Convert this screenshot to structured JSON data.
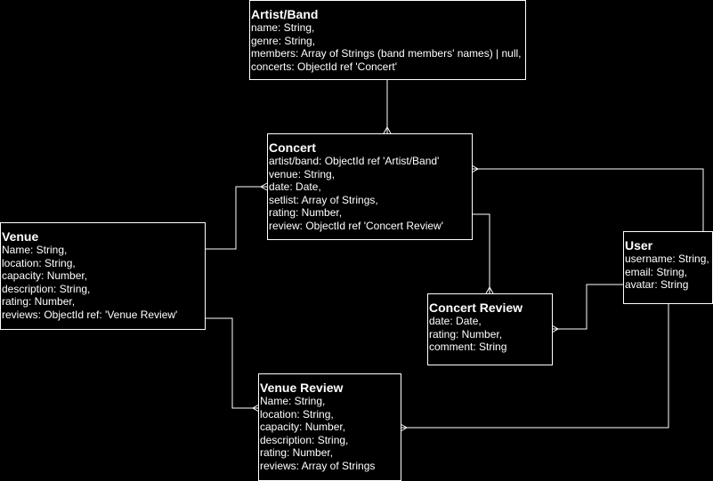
{
  "entities": {
    "artist": {
      "title": "Artist/Band",
      "fields": [
        "name: String,",
        "genre: String,",
        "members: Array of Strings (band members' names) | null,",
        "concerts: ObjectId ref 'Concert'"
      ]
    },
    "concert": {
      "title": "Concert",
      "fields": [
        "artist/band: ObjectId ref 'Artist/Band'",
        "venue: String,",
        "date: Date,",
        "setlist: Array of Strings,",
        "rating: Number,",
        "review: ObjectId ref 'Concert Review'"
      ]
    },
    "venue": {
      "title": "Venue",
      "fields": [
        "Name: String,",
        "location: String,",
        "capacity: Number,",
        "description: String,",
        "rating: Number,",
        "reviews: ObjectId ref: 'Venue Review'"
      ]
    },
    "concert_review": {
      "title": "Concert Review",
      "fields": [
        "date: Date,",
        "rating: Number,",
        "comment: String"
      ]
    },
    "user": {
      "title": "User",
      "fields": [
        "username: String,",
        "email: String,",
        "avatar: String"
      ]
    },
    "venue_review": {
      "title": "Venue Review",
      "fields": [
        "Name: String,",
        "location: String,",
        "capacity: Number,",
        "description: String,",
        "rating: Number,",
        "reviews: Array of Strings"
      ]
    }
  },
  "colors": {
    "background": "#000000",
    "line": "#ffffff",
    "text": "#ffffff"
  }
}
